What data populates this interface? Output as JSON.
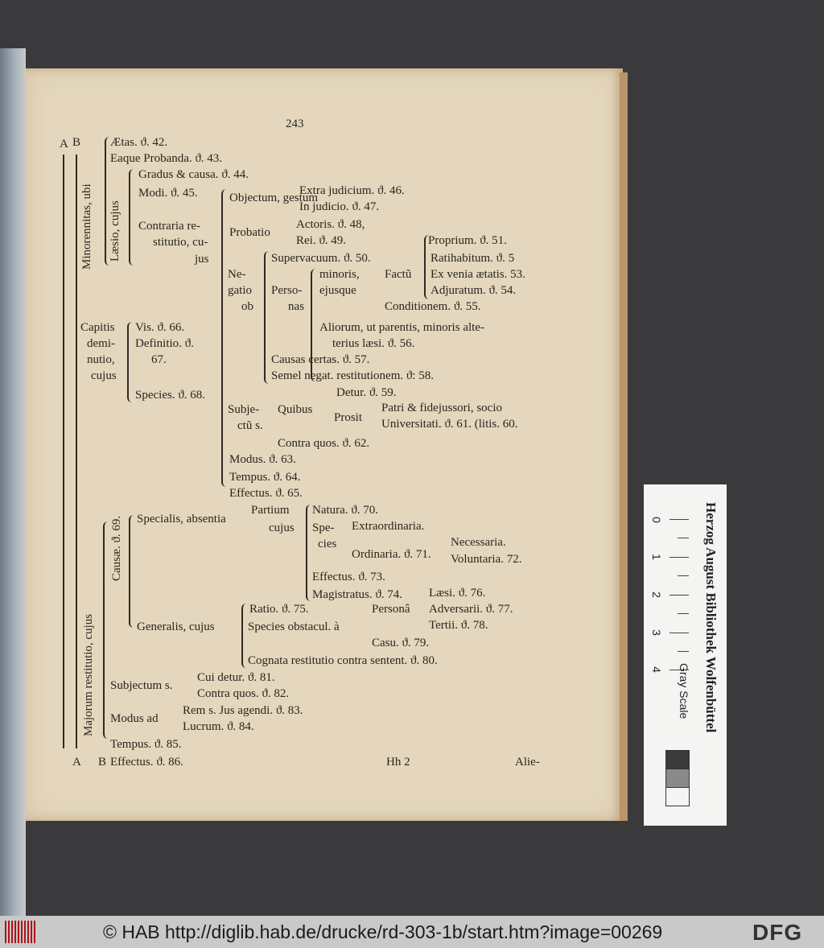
{
  "page": {
    "number": "243",
    "signature": "Hh 2",
    "catchword": "Alie-",
    "col_a": "A",
    "col_b": "B"
  },
  "tree": [
    "Ætas. ϑ. 42.",
    "Eaque Probanda. ϑ. 43.",
    "Minorennitas, ubi",
    "Gradus & causa. ϑ. 44.",
    "Modi. ϑ. 45.",
    "Læsio, cujus",
    "Objectum, gestum",
    "Extra judicium. ϑ. 46.",
    "In judicio. ϑ. 47.",
    "Contraria re-",
    "stitutio, cu-",
    "jus",
    "Probatio",
    "Actoris. ϑ. 48,",
    "Rei. ϑ. 49.",
    "Proprium. ϑ. 51.",
    "Supervacuum. ϑ. 50.",
    "Ratihabitum. ϑ. 5",
    "Ne-",
    "gatio",
    "ob",
    "Perso-",
    "nas",
    "minoris,",
    "ejusque",
    "Factũ",
    "Ex venia ætatis. 53.",
    "Adjuratum. ϑ. 54.",
    "Conditionem. ϑ. 55.",
    "Capitis",
    "demi-",
    "nutio,",
    "cujus",
    "Vis. ϑ. 66.",
    "Definitio. ϑ.",
    "67.",
    "Aliorum, ut parentis, minoris alte-",
    "terius læsi. ϑ. 56.",
    "Causas certas. ϑ. 57.",
    "Semel negat. restitutionem. ϑ: 58.",
    "Species. ϑ. 68.",
    "Detur. ϑ. 59.",
    "Subje-",
    "ctũ s.",
    "Quibus",
    "Prosit",
    "Patri & fidejussori,   socio",
    "Universitati. ϑ. 61.  (litis. 60.",
    "Contra quos. ϑ. 62.",
    "Modus. ϑ. 63.",
    "Tempus. ϑ. 64.",
    "Effectus. ϑ. 65.",
    "Specialis, absentia",
    "Partium",
    "cujus",
    "Natura. ϑ. 70.",
    "Spe-",
    "cies",
    "Extraordinaria.",
    "Ordinaria. ϑ. 71.",
    "Necessaria.",
    "Voluntaria. 72.",
    "Causæ. ϑ. 69.",
    "Majorum restitutio, cujus",
    "Effectus. ϑ. 73.",
    "Magistratus. ϑ. 74.",
    "Læsi. ϑ. 76.",
    "Ratio. ϑ. 75.",
    "Personâ",
    "Adversarii. ϑ. 77.",
    "Generalis, cujus",
    "Species obstacul. à",
    "Tertii. ϑ. 78.",
    "Casu. ϑ. 79.",
    "Cognata restitutio contra sentent. ϑ. 80.",
    "Subjectum s.",
    "Cui detur. ϑ. 81.",
    "Contra quos. ϑ. 82.",
    "Modus ad",
    "Rem s. Jus agendi. ϑ. 83.",
    "Lucrum. ϑ. 84.",
    "Tempus. ϑ. 85.",
    "Effectus. ϑ. 86."
  ],
  "scale_card": {
    "title": "Herzog August Bibliothek Wolfenbüttel",
    "ruler_labels": [
      "0",
      "1",
      "2",
      "3",
      "4"
    ],
    "gray_scale": "Gray Scale",
    "swatches": [
      "#3a3a3a",
      "#8a8a8a",
      "#f4f4f4"
    ]
  },
  "footer": {
    "text": "© HAB http://diglib.hab.de/drucke/rd-303-1b/start.htm?image=00269",
    "dfg": "DFG",
    "accent": "#b0121a"
  }
}
